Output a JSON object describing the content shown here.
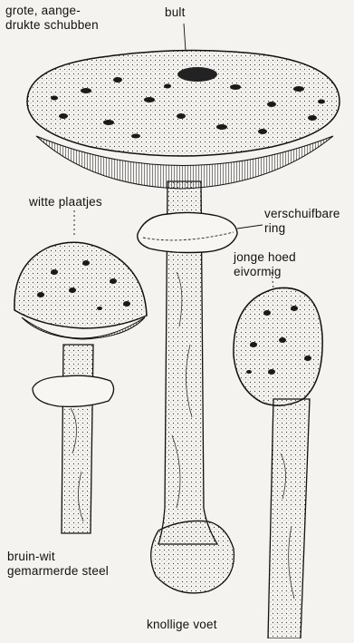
{
  "figure": {
    "labels": {
      "scales": {
        "line1": "grote, aange-",
        "line2": "drukte schubben"
      },
      "umbo": "bult",
      "gills": "witte plaatjes",
      "ring": {
        "line1": "verschuifbare",
        "line2": "ring"
      },
      "young_cap": {
        "line1": "jonge hoed",
        "line2": "eivormig"
      },
      "stem": {
        "line1": "bruin-wit",
        "line2": "gemarmerde steel"
      },
      "bulb": "knollige voet"
    }
  },
  "colors": {
    "ink": "#111111",
    "paper": "#f4f3ef"
  }
}
